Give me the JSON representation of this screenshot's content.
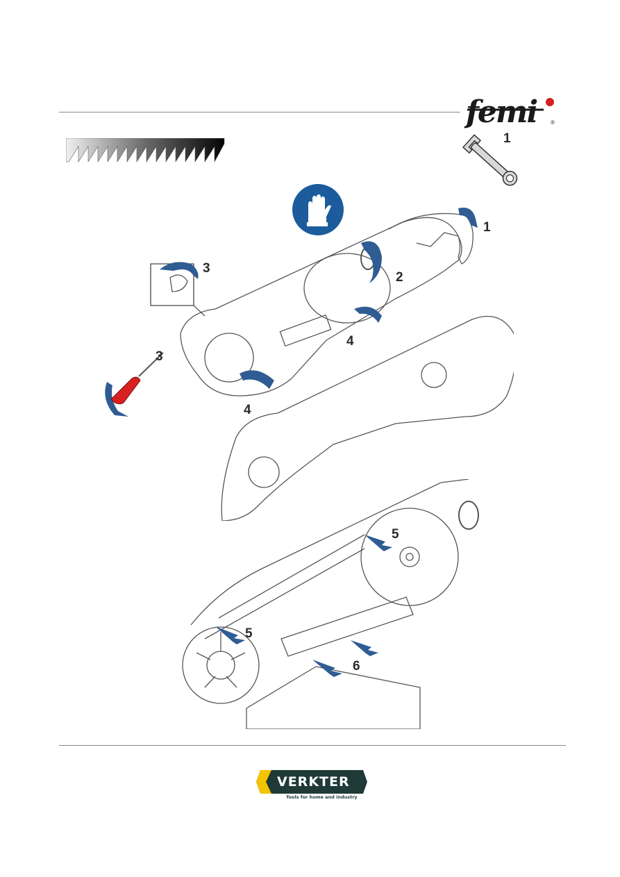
{
  "header": {
    "brand": "femi",
    "brand_mark": "®"
  },
  "tool_strip": {
    "wrench_label": "1",
    "icons": [
      "saw-blade-icon",
      "wrench-icon",
      "gloves-icon"
    ]
  },
  "diagram": {
    "steps": {
      "step1_top": "1",
      "step2": "2",
      "step3_hand": "3",
      "step3_screwdriver": "3",
      "step4_upper": "4",
      "step4_lower": "4",
      "step5_right": "5",
      "step5_left": "5",
      "step6": "6"
    },
    "colors": {
      "arrow_blue": "#2f5c93",
      "glove_blue": "#1c5c9c",
      "screwdriver_red": "#d92020",
      "line_gray": "#555555"
    }
  },
  "footer": {
    "brand": "VERKTER",
    "tagline": "Tools for home and industry",
    "colors": {
      "dark": "#1f3a37",
      "yellow": "#f5c400"
    }
  }
}
